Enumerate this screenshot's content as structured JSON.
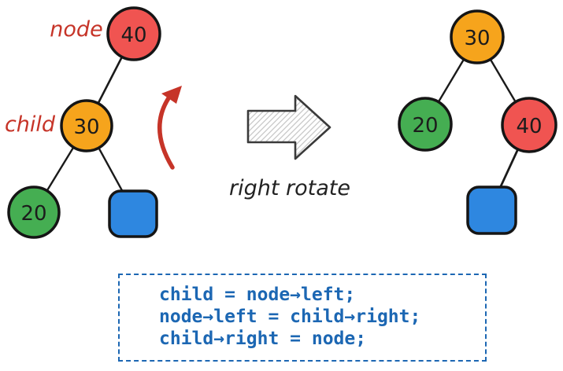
{
  "diagram": {
    "left_tree": {
      "node_label": "node",
      "child_label": "child",
      "root_value": "40",
      "mid_value": "30",
      "leaf_value": "20"
    },
    "arrow_caption": "right rotate",
    "right_tree": {
      "root_value": "30",
      "left_value": "20",
      "right_value": "40"
    },
    "colors": {
      "red_node": "#f05451",
      "orange_node": "#f6a41c",
      "green_node": "#45ae52",
      "blue_square": "#2e87e0",
      "annotation_red": "#c63428",
      "code_blue": "#1c67b3"
    }
  },
  "code_block": {
    "lines": {
      "0": "child = node→left;",
      "1": "node→left = child→right;",
      "2": "child→right = node;"
    }
  }
}
